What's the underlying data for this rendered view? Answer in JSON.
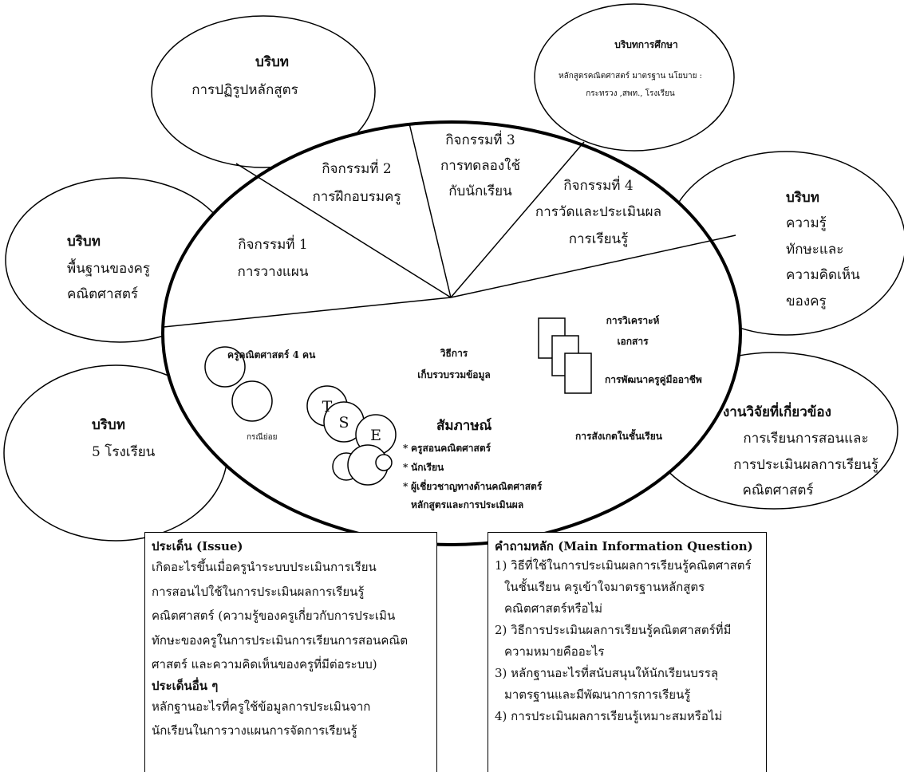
{
  "contexts": {
    "curriculum_reform": {
      "title": "บริบท",
      "text": "การปฏิรูปหลักสูตร"
    },
    "education_service": {
      "title": "บริบทการศึกษา",
      "line1": "หลักสูตรคณิตศาสตร์ มาตรฐาน นโยบาย :",
      "line2": "กระทรวง ,สพท., โรงเรียน"
    },
    "teacher_background": {
      "title": "บริบท",
      "line1": "พื้นฐานของครู",
      "line2": "คณิตศาสตร์"
    },
    "teacher_knowledge": {
      "title": "บริบท",
      "line1": "ความรู้",
      "line2": "ทักษะและ",
      "line3": "ความคิดเห็น",
      "line4": "ของครู"
    },
    "schools": {
      "title": "บริบท",
      "text": "5 โรงเรียน"
    },
    "related_research": {
      "title": "งานวิจัยที่เกี่ยวข้อง",
      "line1": "การเรียนการสอนและ",
      "line2": "การประเมินผลการเรียนรู้",
      "line3": "คณิตศาสตร์"
    }
  },
  "activities": [
    {
      "title": "กิจกรรมที่ 1",
      "text": "การวางแผน"
    },
    {
      "title": "กิจกรรมที่ 2",
      "text": "การฝึกอบรมครู"
    },
    {
      "title": "กิจกรรมที่ 3",
      "line1": "การทดลองใช้",
      "line2": "กับนักเรียน"
    },
    {
      "title": "กิจกรรมที่ 4",
      "line1": "การวัดและประเมินผล",
      "line2": "การเรียนรู้"
    }
  ],
  "data_collection": {
    "teachers": "ครูคณิตศาสตร์ 4 คน",
    "case_study": "กรณีย่อย",
    "method_line1": "วิธีการ",
    "method_line2": "เก็บรวบรวมข้อมูล",
    "doc_analysis_line1": "การวิเคราะห์",
    "doc_analysis_line2": "เอกสาร",
    "portfolio": "การพัฒนาครูคู่มืออาชีพ",
    "observation": "การสังเกตในชั้นเรียน",
    "interview_title": "สัมภาษณ์",
    "interview_items": [
      "ครูสอนคณิตศาสตร์",
      "นักเรียน",
      "ผู้เชี่ยวชาญทางด้านคณิตศาสตร์"
    ],
    "interview_item3_line2": "หลักสูตรและการประเมินผล",
    "circle_labels": [
      "T",
      "S",
      "E"
    ]
  },
  "issue": {
    "heading": "ประเด็น (Issue)",
    "lines": [
      "เกิดอะไรขึ้นเมื่อครูนำระบบประเมินการเรียน",
      "การสอนไปใช้ในการประเมินผลการเรียนรู้",
      "คณิตศาสตร์ (ความรู้ของครูเกี่ยวกับการประเมิน",
      "ทักษะของครูในการประเมินการเรียนการสอนคณิต",
      "ศาสตร์ และความคิดเห็นของครูที่มีต่อระบบ)"
    ],
    "other_heading": "ประเด็นอื่น ๆ",
    "other_lines": [
      "หลักฐานอะไรที่ครูใช้ข้อมูลการประเมินจาก",
      "นักเรียนในการวางแผนการจัดการเรียนรู้"
    ]
  },
  "questions": {
    "heading": "คำถามหลัก (Main Information Question)",
    "lines": [
      "1) วิธีที่ใช้ในการประเมินผลการเรียนรู้คณิตศาสตร์",
      "ในชั้นเรียน ครูเข้าใจมาตรฐานหลักสูตร",
      "คณิตศาสตร์หรือไม่",
      "2) วิธีการประเมินผลการเรียนรู้คณิตศาสตร์ที่มี",
      "ความหมายคืออะไร",
      "3) หลักฐานอะไรที่สนับสนุนให้นักเรียนบรรลุ",
      "มาตรฐานและมีพัฒนาการการเรียนรู้",
      "4) การประเมินผลการเรียนรู้เหมาะสมหรือไม่"
    ]
  }
}
